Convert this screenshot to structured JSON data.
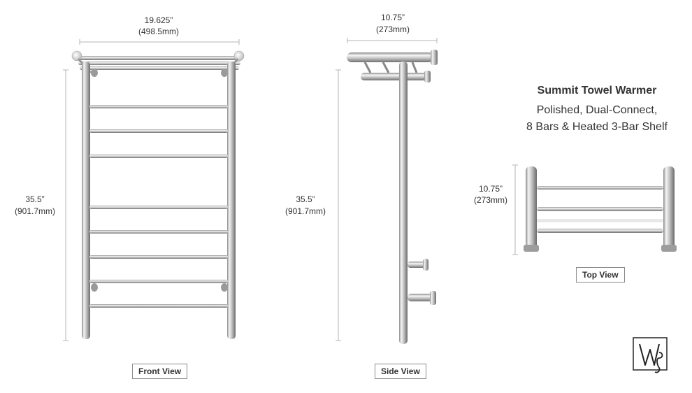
{
  "product": {
    "title": "Summit Towel Warmer",
    "subtitle_line1": "Polished, Dual-Connect,",
    "subtitle_line2": "8 Bars & Heated 3-Bar Shelf"
  },
  "front_view": {
    "label": "Front View",
    "width_in": "19.625”",
    "width_mm": "(498.5mm)",
    "height_in": "35.5”",
    "height_mm": "(901.7mm)"
  },
  "side_view": {
    "label": "Side View",
    "depth_in": "10.75”",
    "depth_mm": "(273mm)",
    "height_in": "35.5”",
    "height_mm": "(901.7mm)"
  },
  "top_view": {
    "label": "Top View",
    "depth_in": "10.75”",
    "depth_mm": "(273mm)"
  },
  "colors": {
    "metal_light": "#f2f2f2",
    "metal_mid": "#b8b8b8",
    "metal_dark": "#6e6e6e",
    "dimension_line": "#b5b5b5",
    "text": "#333333"
  },
  "brand_logo": {
    "icon": "wg-monogram-logo"
  }
}
